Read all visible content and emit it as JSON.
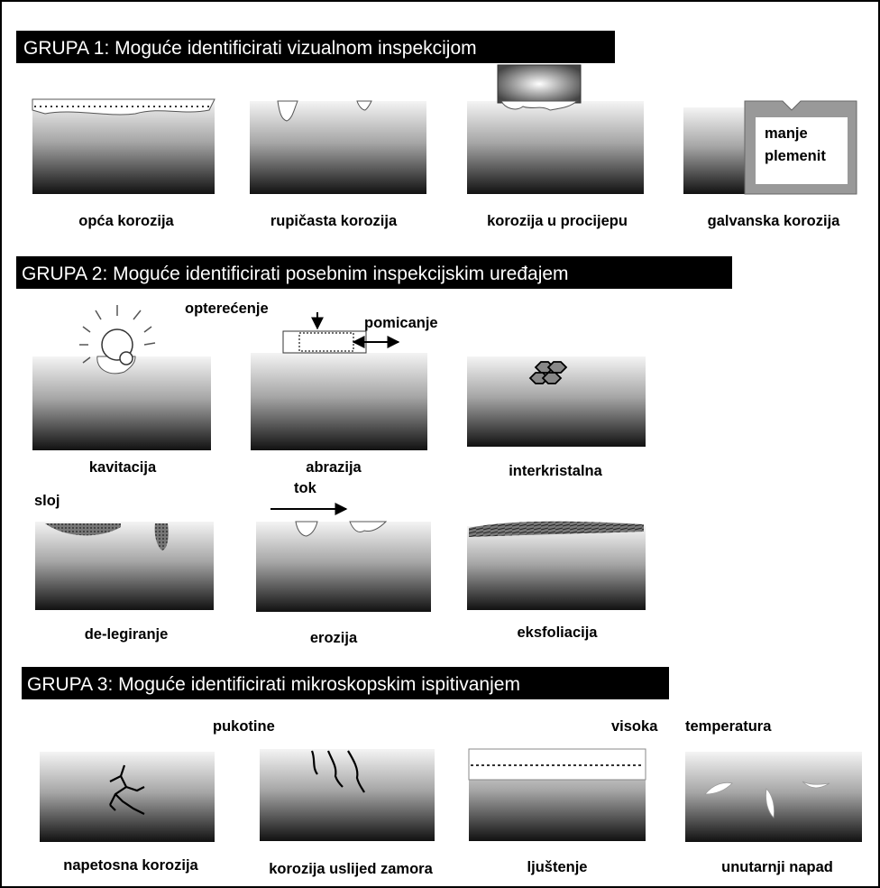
{
  "groups": [
    {
      "title": "GRUPA 1: Moguće identificirati vizualnom inspekcijom"
    },
    {
      "title": "GRUPA 2: Moguće identificirati posebnim inspekcijskim uređajem"
    },
    {
      "title": "GRUPA 3: Moguće identificirati mikroskopskim ispitivanjem"
    }
  ],
  "group1": {
    "captions": [
      "opća korozija",
      "rupičasta korozija",
      "korozija u procijepu",
      "galvanska korozija"
    ],
    "galvanic_label_line1": "manje",
    "galvanic_label_line2": "plemenit"
  },
  "group2": {
    "captions": [
      "kavitacija",
      "abrazija",
      "interkristalna",
      "de-legiranje",
      "erozija",
      "eksfoliacija"
    ],
    "load_label": "opterećenje",
    "move_label": "pomicanje",
    "layer_label": "sloj",
    "flow_label": "tok"
  },
  "group3": {
    "captions": [
      "napetosna korozija",
      "korozija uslijed zamora",
      "ljuštenje",
      "unutarnji napad"
    ],
    "cracks_label": "pukotine",
    "high_label": "visoka",
    "temp_label": "temperatura"
  }
}
